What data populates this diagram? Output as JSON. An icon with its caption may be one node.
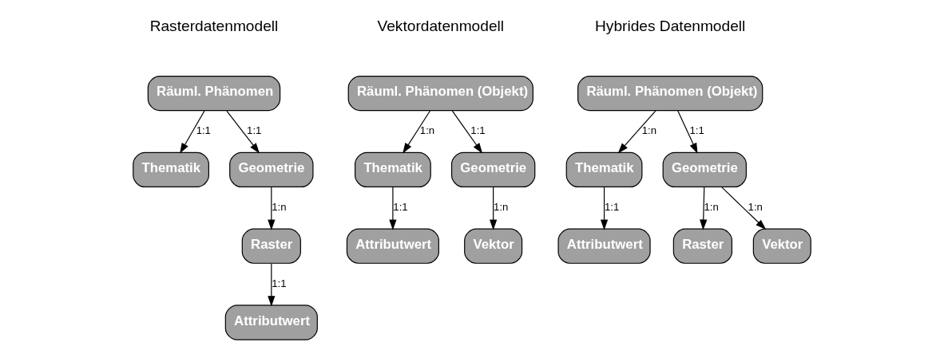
{
  "diagram": {
    "nodes": [
      {
        "text": [
          "Räuml. Phänomen"
        ]
      },
      {
        "text": [
          "Thematik"
        ]
      },
      {
        "text": [
          "Geometrie"
        ]
      },
      {
        "text": [
          "Raster"
        ]
      },
      {
        "text": [
          "Attributwert"
        ]
      },
      {
        "text": [
          "Räuml. Phänomen (Objekt)"
        ]
      },
      {
        "text": [
          "Thematik"
        ]
      },
      {
        "text": [
          "Geometrie"
        ]
      },
      {
        "text": [
          "Attributwert"
        ]
      },
      {
        "text": [
          "Vektor"
        ]
      },
      {
        "text": [
          "Räuml. Phänomen (Objekt)"
        ]
      },
      {
        "text": [
          "Thematik"
        ]
      },
      {
        "text": [
          "Geometrie"
        ]
      },
      {
        "text": [
          "Attributwert"
        ]
      },
      {
        "text": [
          "Raster"
        ]
      },
      {
        "text": [
          "Vektor"
        ]
      }
    ],
    "edges": [
      {
        "from": 0,
        "to": 1,
        "arrow": "to",
        "label": "1:1"
      },
      {
        "from": 0,
        "to": 2,
        "arrow": "to",
        "label": "1:1"
      },
      {
        "from": 2,
        "to": 3,
        "arrow": "to",
        "label": "1:n"
      },
      {
        "from": 3,
        "to": 4,
        "arrow": "to",
        "label": "1:1"
      },
      {
        "from": 5,
        "to": 6,
        "arrow": "to",
        "label": "1:n"
      },
      {
        "from": 5,
        "to": 7,
        "arrow": "to",
        "label": "1:1"
      },
      {
        "from": 6,
        "to": 8,
        "arrow": "to",
        "label": "1:1"
      },
      {
        "from": 7,
        "to": 9,
        "arrow": "to",
        "label": "1:n"
      },
      {
        "from": 10,
        "to": 11,
        "arrow": "to",
        "label": "1:n"
      },
      {
        "from": 10,
        "to": 12,
        "arrow": "to",
        "label": "1:1"
      },
      {
        "from": 11,
        "to": 13,
        "arrow": "to",
        "label": "1:1"
      },
      {
        "from": 12,
        "to": 14,
        "arrow": "to",
        "label": "1:n"
      },
      {
        "from": 12,
        "to": 15,
        "arrow": "to",
        "label": "1:n"
      }
    ],
    "labels": [
      "Rasterdatenmodell",
      "Vektordatenmodell",
      "Hybrides Datenmodell"
    ]
  }
}
